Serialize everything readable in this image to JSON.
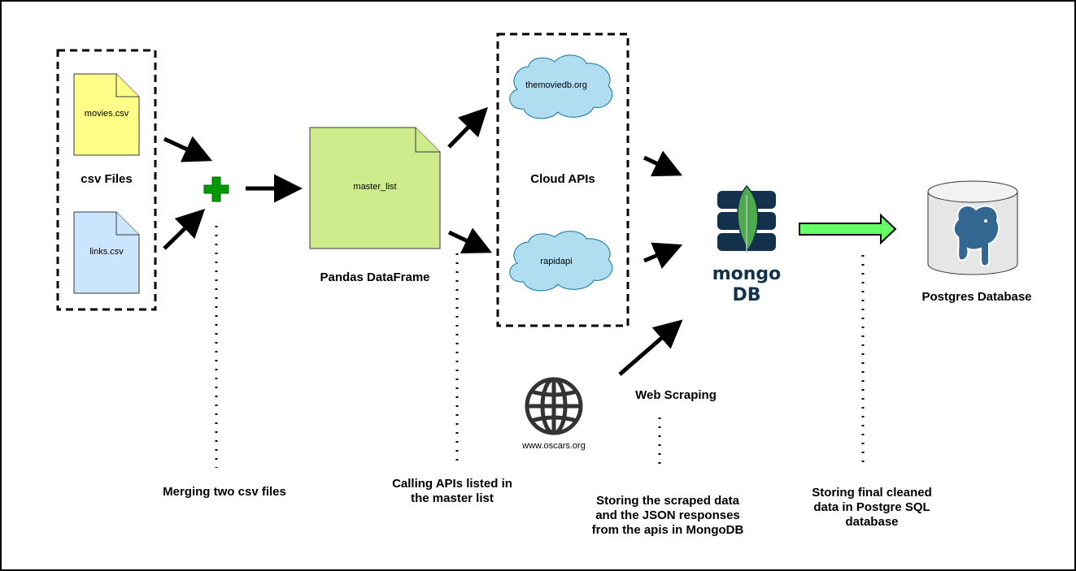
{
  "groups": {
    "csv_files": "csv Files",
    "cloud_apis": "Cloud APIs"
  },
  "files": {
    "movies": "movies.csv",
    "links": "links.csv",
    "master_list": "master_list"
  },
  "nodes": {
    "pandas": "Pandas DataFrame",
    "mongodb_logo": "mongo DB",
    "postgres": "Postgres Database",
    "web_scraping": "Web Scraping",
    "oscars": "www.oscars.org"
  },
  "clouds": {
    "tmdb": "themoviedb.org",
    "rapidapi": "rapidapi"
  },
  "notes": {
    "merge": "Merging two csv files",
    "calling_apis": "Calling APIs listed in\nthe master list",
    "storing_mongo": "Storing the scraped data\nand the JSON responses\nfrom the apis in MongoDB",
    "storing_postgres": "Storing final cleaned\ndata in Postgre SQL\ndatabase"
  },
  "colors": {
    "movies_file": "#ffff88",
    "links_file": "#cce5ff",
    "master_file": "#cdeb8b",
    "cloud": "#b1ddf0",
    "plus": "#009900",
    "mongo_db": "#13314d",
    "mongo_leaf": "#4fa94d",
    "green_arrow": "#66ff66",
    "postgres_blue": "#336791"
  }
}
